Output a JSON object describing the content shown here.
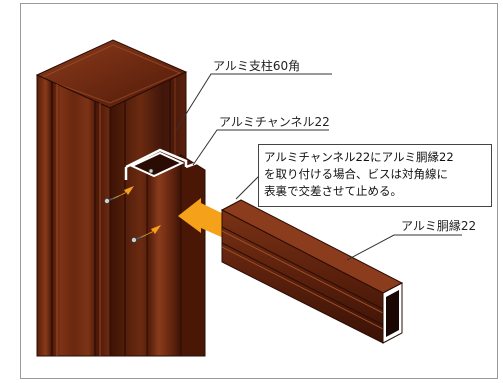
{
  "labels": {
    "post": "アルミ支柱60角",
    "channel": "アルミチャンネル22",
    "rail": "アルミ胴縁22"
  },
  "note": {
    "lines": [
      "アルミチャンネル22にアルミ胴縁22",
      "を取り付ける場合、ビスは対角線に",
      "表裏で交差させて止める。"
    ]
  },
  "colors": {
    "wood_dark": "#3a1206",
    "wood_mid": "#6b2811",
    "wood_light": "#8a3f1f",
    "arrow": "#f5a21a",
    "frame": "#9a9a9a"
  }
}
